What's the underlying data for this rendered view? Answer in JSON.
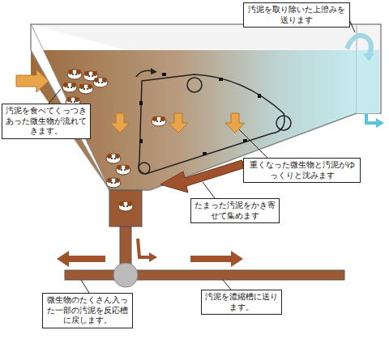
{
  "diagram": {
    "nodes": [
      {
        "text": [
          "汚泥を取り除いた上澄みを送ります"
        ]
      },
      {
        "text": [
          "汚泥を食べてくっつきあった微生物が流れてきます。"
        ]
      },
      {
        "text": [
          "重くなった微生物と汚泥がゆっくりと沈みます"
        ]
      },
      {
        "text": [
          "たまった汚泥をかき寄せて集めます"
        ]
      },
      {
        "text": [
          "微生物のたくさん入った一部の汚泥を反応槽に戻します。"
        ]
      },
      {
        "text": [
          "汚泥を濃縮槽に送ります。"
        ]
      }
    ]
  }
}
